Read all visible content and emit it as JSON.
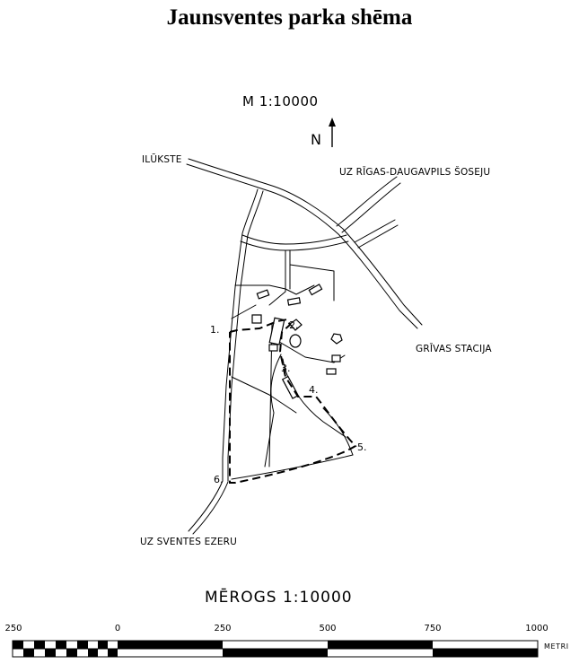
{
  "title": "Jaunsventes parka shēma",
  "scale_top": "M 1:10000",
  "north_label": "N",
  "labels": {
    "ilukste": "ILŪKSTE",
    "to_highway": "UZ RĪGAS-DAUGAVPILS ŠOSEJU",
    "grivas_station": "GRĪVAS STACIJA",
    "to_lake": "UZ SVENTES EZERU"
  },
  "route_points": [
    "1.",
    "2.",
    "3.",
    "4.",
    "5.",
    "6."
  ],
  "scale_bar": {
    "label": "MĒROGS  1:10000",
    "ticks": [
      "250",
      "0",
      "250",
      "500",
      "750",
      "1000"
    ],
    "unit": "METRI"
  }
}
